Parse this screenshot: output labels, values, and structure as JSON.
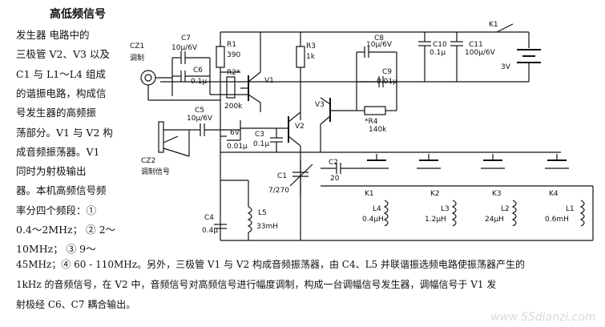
{
  "article": {
    "title": "高低频信号",
    "left_lines": [
      "发生器  电路中的",
      "三极管 V2、V3 以及",
      "C1 与 L1～L4 组成",
      "的谐振电路，构成信",
      "号发生器的高频振",
      "荡部分。V1 与 V2 构",
      "成音频振荡器。V1",
      "同时为射极输出",
      "器。本机高频信号频",
      "率分四个频段：①",
      "0.4～2MHz； ② 2～",
      "10MHz；  ③   9～"
    ],
    "bottom_lines": [
      "45MHz；④ 60 - 110MHz。另外，三极管 V1 与 V2 构成音频振荡器，由 C4、L5 并联谐振选频电路使振荡器产生的",
      "1kHz 的音频信号，在 V2 中，音频信号对高频信号进行幅度调制，构成一台调幅信号发生器，调幅信号于 V1 发",
      "射极经 C6、C7 耦合输出。"
    ]
  },
  "labels": {
    "cz1": "CZ1",
    "cz1_sub": "调制",
    "c7": "C7",
    "c7_val": "10μ/6V",
    "c6": "C6",
    "c6_val": "0.1μ",
    "r1": "R1",
    "r1_val": "390",
    "r2": "R2*",
    "r2_val": "200k",
    "v1": "V1",
    "r3": "R3",
    "r3_val": "1k",
    "c8": "C8",
    "c8_val": "10μ/6V",
    "c9": "C9",
    "c9_val": "0.01μ",
    "v3": "V3",
    "r4": "*R4",
    "r4_val": "140k",
    "k1top": "K1",
    "c10": "C10",
    "c10_val": "0.1μ",
    "c11": "C11",
    "c11_val": "100μ/6V",
    "batt": "3V",
    "c5": "C5",
    "c5_val": "10μ/6V",
    "v2": "V2",
    "c3": "C3",
    "c3_val": "0.1μ",
    "c2": "C2",
    "c2_val": "20",
    "c1": "C1",
    "c1_val": "7/270",
    "cz2": "CZ2",
    "cz2_sub": "调制信号",
    "cap6v": "6V",
    "cap6v_val": "0.01μ",
    "c4": "C4",
    "c4_val": "0.4μ",
    "l5": "L5",
    "l5_val": "33mH",
    "k1": "K1",
    "l4": "L4",
    "l4_val": "0.4μH",
    "k2": "K2",
    "l3": "L3",
    "l3_val": "1.2μH",
    "k3": "K3",
    "l2": "L2",
    "l2_val": "24μH",
    "k4": "K4",
    "l1": "L1",
    "l1_val": "0.6mH"
  },
  "watermark": "www.55dianzi.com"
}
